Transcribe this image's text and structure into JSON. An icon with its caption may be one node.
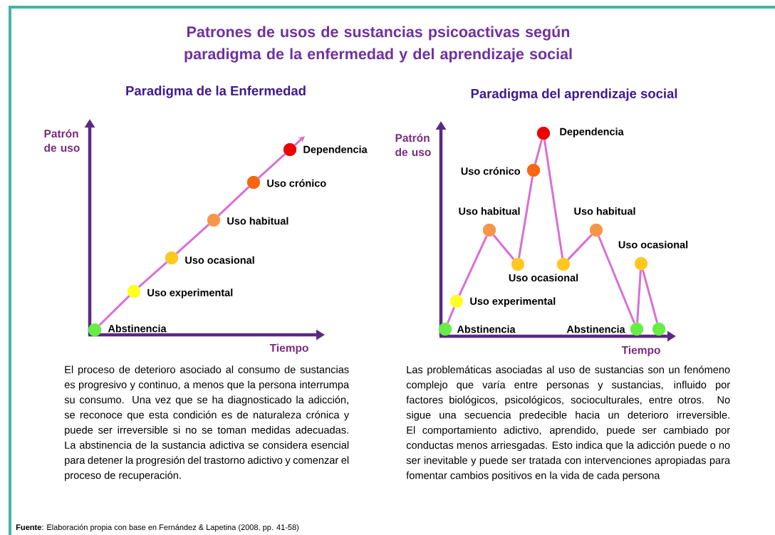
{
  "diagram": {
    "title": "Patrones de usos de sustancias psicoactivas según paradigma de la enfermedad y del aprendizaje social",
    "nodes": [
      {
        "text": [],
        "shape": "circle",
        "beside": [
          "Abstinencia"
        ]
      },
      {
        "text": [],
        "shape": "circle",
        "beside": [
          "Uso experimental"
        ]
      },
      {
        "text": [],
        "shape": "circle",
        "beside": [
          "Uso ocasional"
        ]
      },
      {
        "text": [],
        "shape": "circle",
        "beside": [
          "Uso habitual"
        ]
      },
      {
        "text": [],
        "shape": "circle",
        "beside": [
          "Uso crónico"
        ]
      },
      {
        "text": [],
        "shape": "circle",
        "beside": [
          "Dependencia"
        ]
      },
      {
        "text": [],
        "shape": "circle",
        "beside": [
          "Abstinencia"
        ]
      },
      {
        "text": [],
        "shape": "circle",
        "beside": [
          "Uso experimental"
        ]
      },
      {
        "text": [],
        "shape": "circle",
        "beside": [
          "Uso habitual"
        ]
      },
      {
        "text": [],
        "shape": "circle",
        "beside": [
          "Uso ocasional"
        ]
      },
      {
        "text": [],
        "shape": "circle",
        "beside": [
          "Uso crónico"
        ]
      },
      {
        "text": [],
        "shape": "circle",
        "beside": [
          "Dependencia"
        ]
      },
      {
        "text": [],
        "shape": "circle"
      },
      {
        "text": [],
        "shape": "circle",
        "beside": [
          "Uso habitual"
        ]
      },
      {
        "text": [],
        "shape": "circle",
        "beside": [
          "Abstinencia"
        ]
      },
      {
        "text": [],
        "shape": "circle",
        "beside": [
          "Uso ocasional"
        ]
      },
      {
        "text": [],
        "shape": "circle"
      }
    ],
    "edges": [
      {
        "from": 0,
        "to": 1,
        "arrow": "none"
      },
      {
        "from": 1,
        "to": 2,
        "arrow": "none"
      },
      {
        "from": 2,
        "to": 3,
        "arrow": "none"
      },
      {
        "from": 3,
        "to": 4,
        "arrow": "none"
      },
      {
        "from": 4,
        "to": 5,
        "arrow": "none"
      },
      {
        "from": 5,
        "to": null,
        "arrow": "to"
      },
      {
        "from": 6,
        "to": 7,
        "arrow": "none"
      },
      {
        "from": 7,
        "to": 8,
        "arrow": "none"
      },
      {
        "from": 8,
        "to": 9,
        "arrow": "none"
      },
      {
        "from": 9,
        "to": 10,
        "arrow": "none"
      },
      {
        "from": 10,
        "to": 11,
        "arrow": "none"
      },
      {
        "from": 11,
        "to": 12,
        "arrow": "none"
      },
      {
        "from": 12,
        "to": 13,
        "arrow": "none"
      },
      {
        "from": 13,
        "to": 14,
        "arrow": "none"
      },
      {
        "from": 14,
        "to": 15,
        "arrow": "none"
      },
      {
        "from": 15,
        "to": 16,
        "arrow": "none"
      }
    ],
    "labels": [
      "Paradigma de la Enfermedad",
      "Paradigma del aprendizaje social",
      "Patrón de uso",
      "Tiempo",
      "Patrón de uso",
      "Tiempo",
      "El proceso de deterioro asociado al consumo de sustancias es progresivo y continuo, a menos que la persona interrumpa su consumo. Una vez que se ha diagnosticado la adicción, se reconoce que esta condición es de naturaleza crónica y puede ser irreversible si no se toman medidas adecuadas. La abstinencia de la sustancia adictiva se considera esencial para detener la progresión del trastorno adictivo y comenzar el proceso de recuperación.",
      "Las problemáticas asociadas al uso de sustancias son un fenómeno complejo que varía entre personas y sustancias, influido por factores biológicos, psicológicos, socioculturales, entre otros. No sigue una secuencia predecible hacia un deterioro irreversible. El comportamiento adictivo, aprendido, puede ser cambiado por conductas menos arriesgadas. Esto indica que la adicción puede o no ser inevitable y puede ser tratada con intervenciones apropiadas para fomentar cambios positivos en la vida de cada persona",
      "**Fuente**: Elaboración propia con base en Fernández & Lapetina (2008, pp. 41-58)"
    ]
  }
}
